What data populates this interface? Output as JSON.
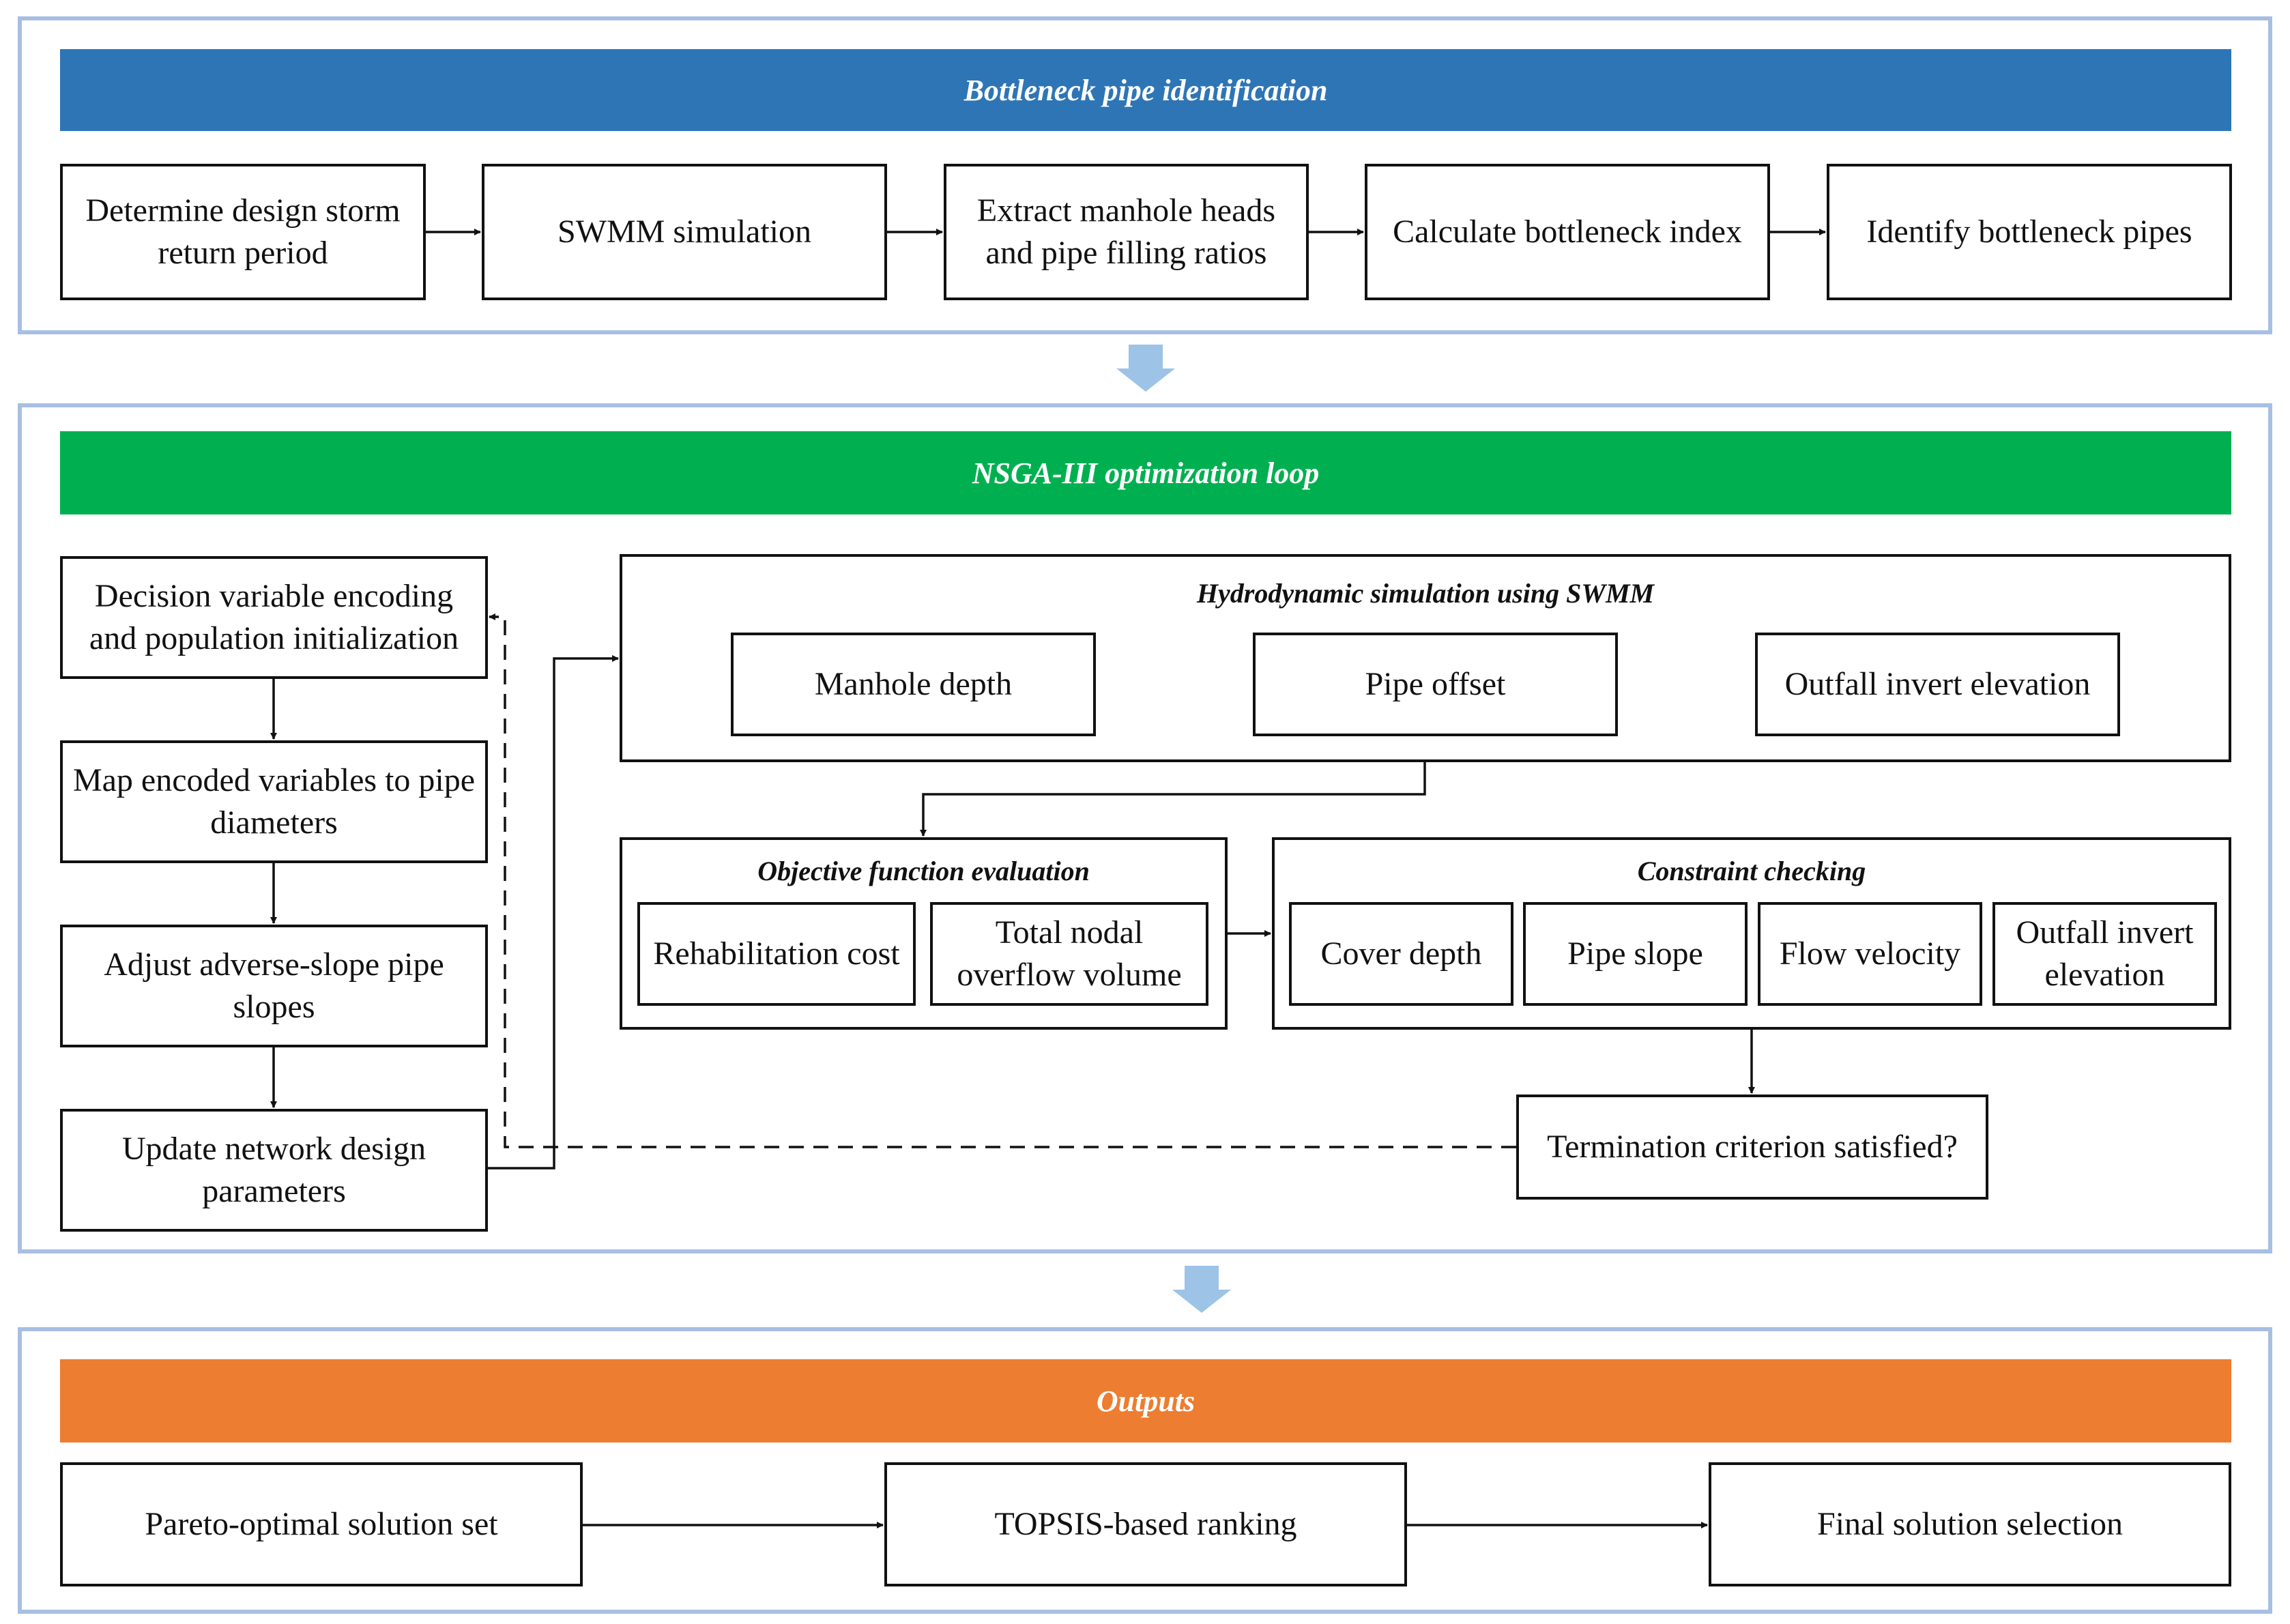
{
  "colors": {
    "panel_border": "#a8bfe3",
    "banner_blue": "#2e75b6",
    "banner_green": "#00b050",
    "banner_orange": "#ed7d31",
    "transition_arrow": "#9dc3e6"
  },
  "section1": {
    "title": "Bottleneck pipe identification",
    "steps": [
      "Determine design storm return period",
      "SWMM simulation",
      "Extract manhole heads and pipe filling ratios",
      "Calculate bottleneck index",
      "Identify bottleneck pipes"
    ]
  },
  "section2": {
    "title": "NSGA-III optimization loop",
    "left_steps": [
      "Decision variable encoding and population initialization",
      "Map encoded variables to pipe diameters",
      "Adjust adverse-slope pipe slopes",
      "Update network design parameters"
    ],
    "hydro": {
      "title": "Hydrodynamic simulation using SWMM",
      "items": [
        "Manhole depth",
        "Pipe offset",
        "Outfall invert elevation"
      ]
    },
    "objective": {
      "title": "Objective function evaluation",
      "items": [
        "Rehabilitation cost",
        "Total nodal overflow volume"
      ]
    },
    "constraint": {
      "title": "Constraint checking",
      "items": [
        "Cover depth",
        "Pipe slope",
        "Flow velocity",
        "Outfall invert elevation"
      ]
    },
    "termination": "Termination criterion satisfied?"
  },
  "section3": {
    "title": "Outputs",
    "steps": [
      "Pareto-optimal solution set",
      "TOPSIS-based ranking",
      "Final solution selection"
    ]
  }
}
